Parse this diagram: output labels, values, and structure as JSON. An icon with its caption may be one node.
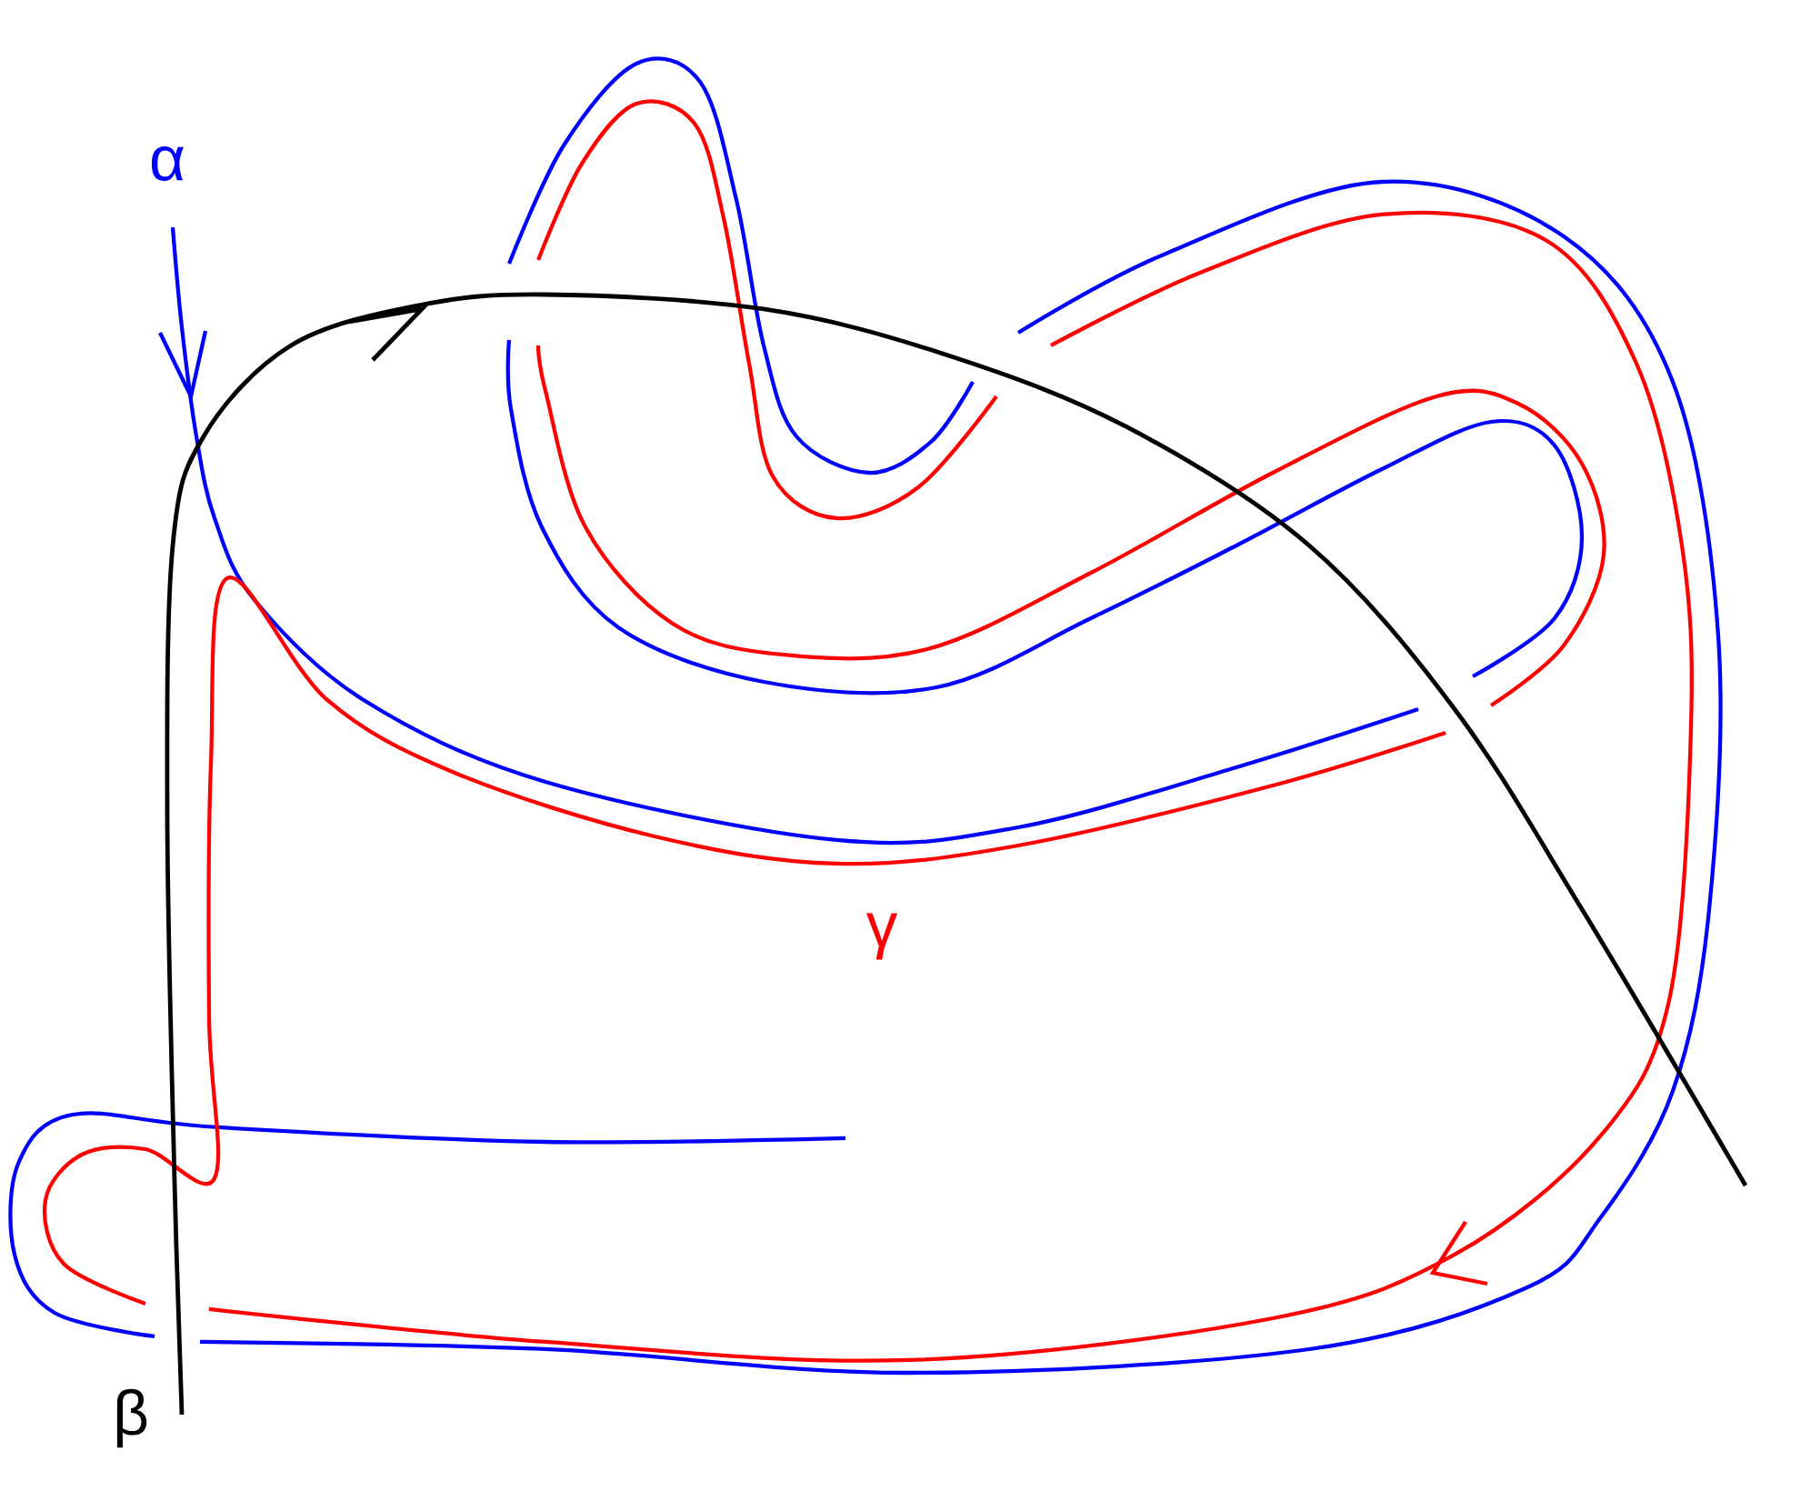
{
  "diagram": {
    "labels": [
      "α",
      "γ",
      "β"
    ]
  }
}
